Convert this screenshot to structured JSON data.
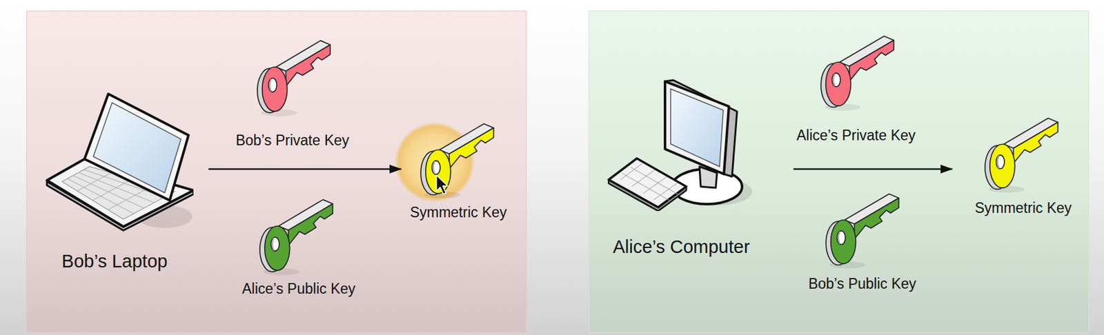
{
  "diagram": {
    "nodes": [
      {
        "text": [
          "Bob’s Laptop"
        ]
      },
      {
        "text": [
          "Bob’s Private Key"
        ]
      },
      {
        "text": [
          "Alice’s Public Key"
        ]
      },
      {
        "text": [
          "Symmetric Key"
        ]
      },
      {
        "text": [
          "Alice’s Computer"
        ]
      },
      {
        "text": [
          "Alice’s Private Key"
        ]
      },
      {
        "text": [
          "Bob’s Public Key"
        ]
      },
      {
        "text": [
          "Symmetric Key"
        ]
      }
    ],
    "edges": [
      {
        "from": 0,
        "to": 3,
        "arrow": "to"
      },
      {
        "from": 4,
        "to": 7,
        "arrow": "to"
      }
    ]
  }
}
